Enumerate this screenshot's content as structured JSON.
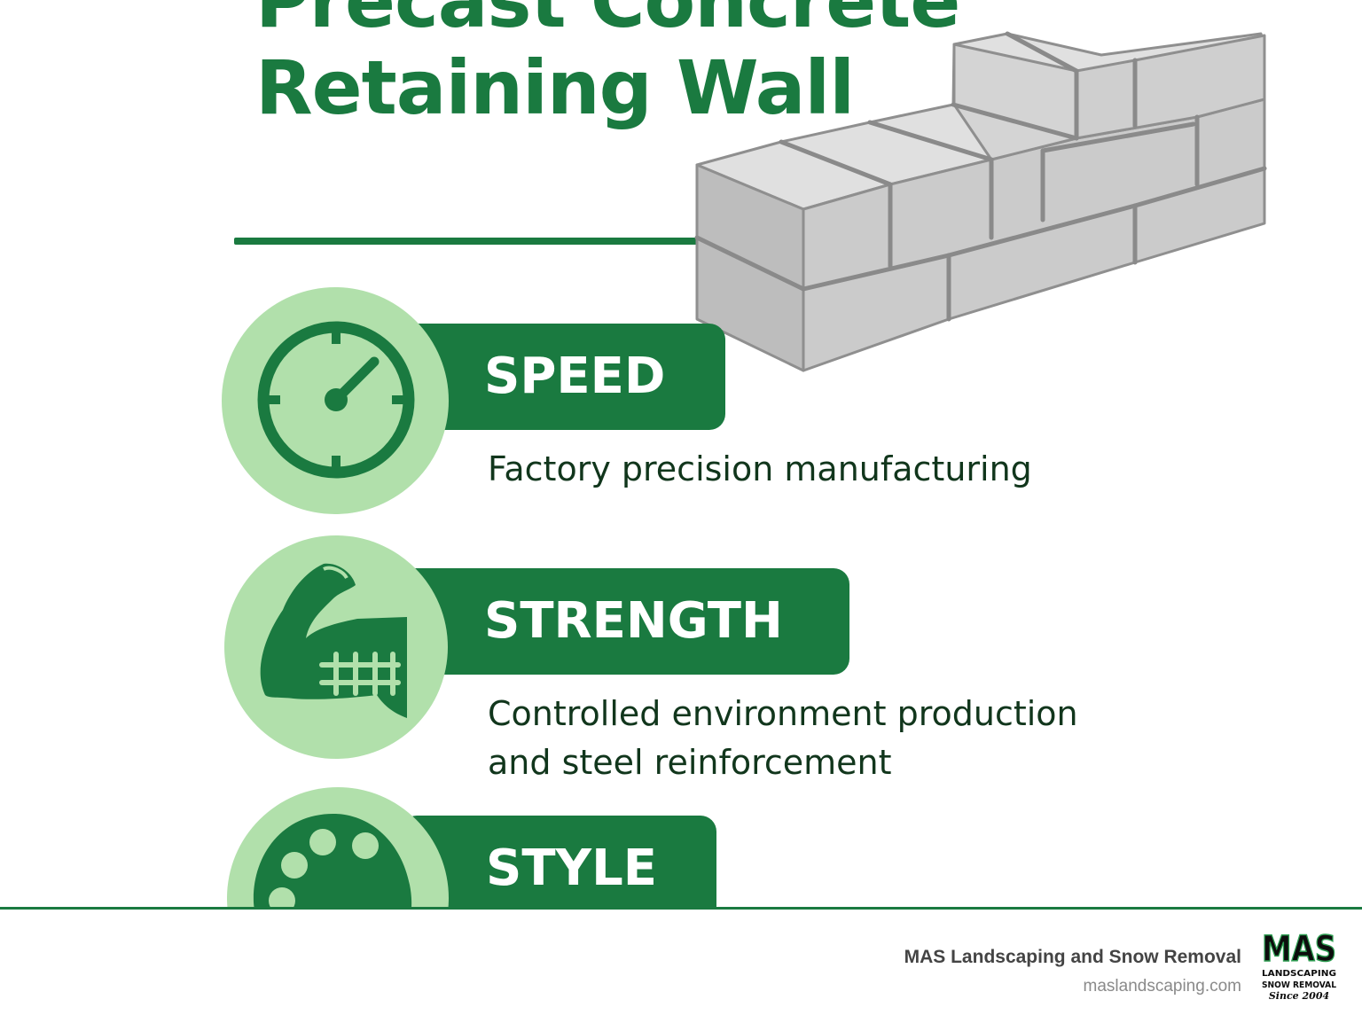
{
  "title": {
    "line1": "Precast Concrete",
    "line2": "Retaining Wall"
  },
  "features": [
    {
      "label": "SPEED",
      "icon": "stopwatch-icon",
      "description": [
        "Factory precision manufacturing"
      ]
    },
    {
      "label": "STRENGTH",
      "icon": "flexed-arm-rebar-icon",
      "description": [
        "Controlled environment production",
        "and steel reinforcement"
      ]
    },
    {
      "label": "STYLE",
      "icon": "paint-palette-icon",
      "description": []
    }
  ],
  "footer": {
    "company": "MAS Landscaping and Snow Removal",
    "website": "maslandscaping.com",
    "logo": {
      "line1": "MAS",
      "line2": "LANDSCAPING",
      "line3": "SNOW REMOVAL",
      "line4": "Since 2004"
    }
  },
  "colors": {
    "brand_green": "#1a7a40",
    "light_green": "#b1e0ab",
    "concrete": "#c9c9c9"
  }
}
